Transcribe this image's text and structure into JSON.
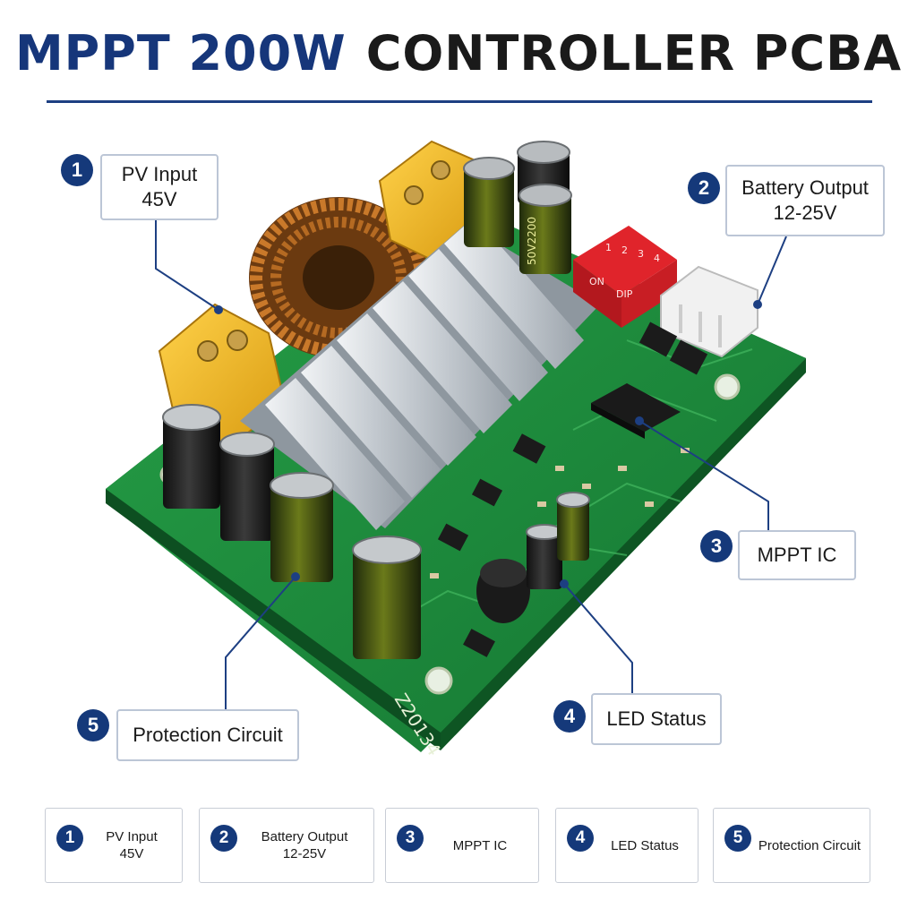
{
  "header": {
    "title_part1": "MPPT 200W",
    "title_part2": "CONTROLLER PCBA"
  },
  "colors": {
    "accent": "#15397a",
    "board": "#1e8a3a",
    "heatsink": "#c9ced3",
    "connector": "#f0b41a"
  },
  "board": {
    "dip_on_label": "ON",
    "dip_label": "DIP",
    "dip_numbers": [
      "1",
      "2",
      "3",
      "4"
    ],
    "capacitor_marking": "50V2200",
    "silk_code": "Z20134"
  },
  "callouts": [
    {
      "num": "1",
      "line1": "PV Input",
      "line2": "45V"
    },
    {
      "num": "2",
      "line1": "Battery Output",
      "line2": "12-25V"
    },
    {
      "num": "3",
      "line1": "MPPT IC",
      "line2": ""
    },
    {
      "num": "4",
      "line1": "LED Status",
      "line2": ""
    },
    {
      "num": "5",
      "line1": "Protection Circuit",
      "line2": ""
    }
  ],
  "legend": [
    {
      "num": "1",
      "line1": "PV Input",
      "line2": "45V"
    },
    {
      "num": "2",
      "line1": "Battery Output",
      "line2": "12-25V"
    },
    {
      "num": "3",
      "line1": "MPPT IC",
      "line2": ""
    },
    {
      "num": "4",
      "line1": "LED Status",
      "line2": ""
    },
    {
      "num": "5",
      "line1": "Protection Circuit",
      "line2": ""
    }
  ]
}
